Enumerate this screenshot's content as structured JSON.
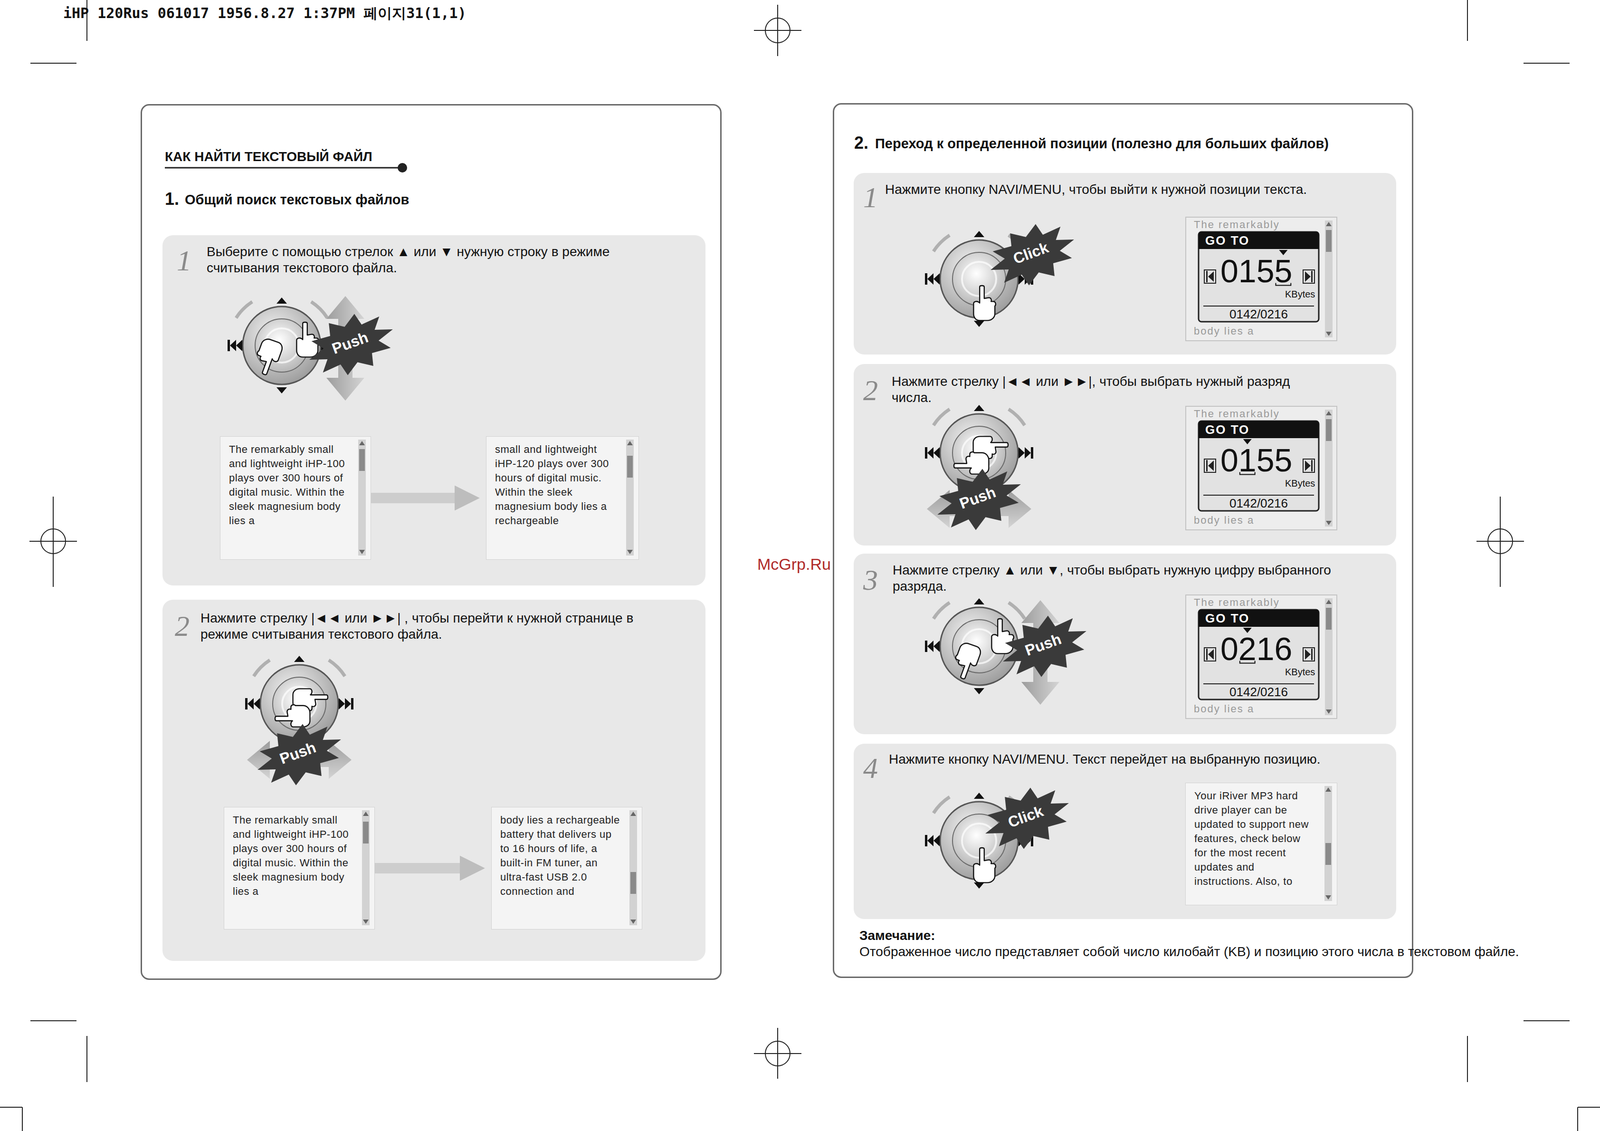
{
  "diagram": {
    "nodes": [
      {
        "text": [
          "КАК НАЙТИ ТЕКСТОВЫЙ ФАЙЛ",
          "1.",
          "Общий поиск текстовых файлов"
        ]
      },
      {
        "text": [
          "1",
          "Выберите с помощью стрелок ▲ или ▼ нужную строку в режиме считывания текстового файла."
        ],
        "in": 0
      },
      {
        "text": [
          "The remarkably small and lightweight iHP-100 plays over 300 hours of digital music. Within the sleek magnesium body lies a"
        ],
        "in": 1
      },
      {
        "text": [
          "small and lightweight iHP-120 plays over 300 hours of digital music. Within the sleek magnesium body lies a rechargeable"
        ],
        "in": 1
      },
      {
        "text": [
          "2",
          "Нажмите стрелку |◄◄ или ►►| , чтобы перейти к нужной странице в режиме считывания текстового файла."
        ],
        "in": 0
      },
      {
        "text": [
          "The remarkably small and lightweight iHP-100 plays over 300 hours of digital music. Within the sleek magnesium body lies a"
        ],
        "in": 4
      },
      {
        "text": [
          "body lies a rechargeable battery that delivers up to 16 hours of life, a built-in FM tuner, an ultra-fast USB 2.0 connection and"
        ],
        "in": 4
      },
      {
        "text": [
          "2.",
          "Переход к определенной позиции (полезно для больших файлов)"
        ]
      },
      {
        "text": [
          "1",
          "Нажмите кнопку NAVI/MENU, чтобы выйти к нужной позиции текста."
        ],
        "in": 7
      },
      {
        "text": [
          "The remarkably",
          "GO TO",
          "0155",
          "KBytes",
          "0142/0216",
          "body lies a"
        ],
        "in": 8
      },
      {
        "text": [
          "2",
          "Нажмите стрелку |◄◄ или ►►|, чтобы выбрать нужный разряд числа."
        ],
        "in": 7
      },
      {
        "text": [
          "The remarkably",
          "GO TO",
          "0155",
          "KBytes",
          "0142/0216",
          "body lies a"
        ],
        "in": 10
      },
      {
        "text": [
          "3",
          "Нажмите стрелку ▲ или ▼, чтобы выбрать нужную цифру выбранного разряда."
        ],
        "in": 7
      },
      {
        "text": [
          "The remarkably",
          "GO TO",
          "0216",
          "KBytes",
          "0142/0216",
          "body lies a"
        ],
        "in": 12
      },
      {
        "text": [
          "4",
          "Нажмите кнопку NAVI/MENU. Текст перейдет на выбранную позицию."
        ],
        "in": 7
      },
      {
        "text": [
          "Your iRiver MP3 hard drive player can be updated to support new features, check below for the most recent updates and instructions. Also, to"
        ],
        "in": 14
      }
    ],
    "edges": [
      {
        "from": 2,
        "to": 3,
        "arrow": "to"
      },
      {
        "from": 5,
        "to": 6,
        "arrow": "to"
      }
    ],
    "labels": [
      "iHP 120Rus 061017 1956.8.27 1:37PM 페이지31(1,1)",
      "Push",
      "Push",
      "Click",
      "Push",
      "Push",
      "Click",
      "McGrp.Ru",
      "Замечание:",
      "Отображенное число представляет собой число килобайт (KB) и позицию этого числа в текстовом файле."
    ]
  }
}
